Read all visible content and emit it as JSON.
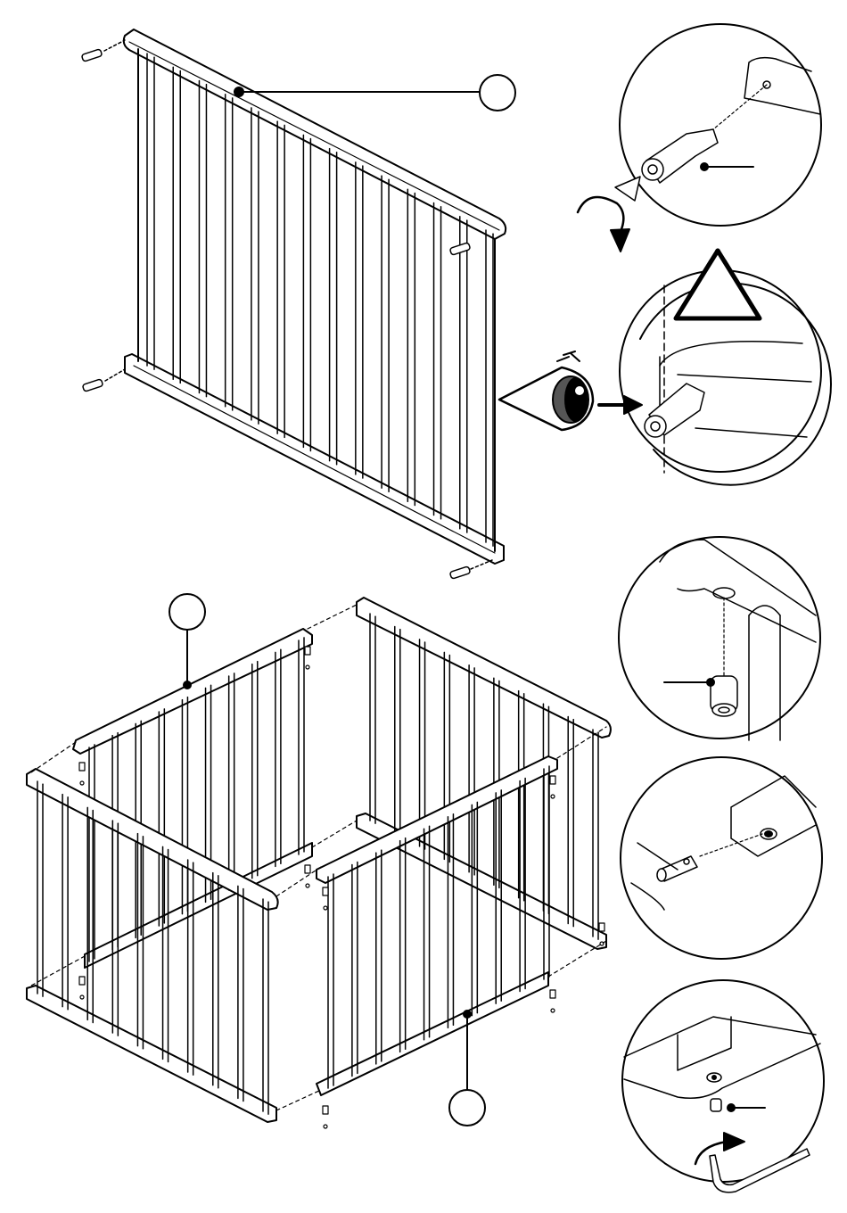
{
  "colors": {
    "stroke": "#000000",
    "fill": "#ffffff",
    "iris": "#555555",
    "callout": "#ffffff"
  },
  "steps": [
    {
      "id": "step-1",
      "description_icons": [
        "rail-panel",
        "screw-pin",
        "callout-circle"
      ]
    },
    {
      "id": "step-2",
      "description_icons": [
        "four-panel-frame",
        "connector-bolt",
        "callout-circle"
      ]
    }
  ],
  "details": [
    {
      "id": "detail-screw-in-pin",
      "icons": [
        "screw-pin",
        "rotate-arrow-icon",
        "screwdriver-icon"
      ]
    },
    {
      "id": "detail-check-alignment",
      "icons": [
        "warning-triangle-icon",
        "eye-icon",
        "arrow-right-icon"
      ]
    },
    {
      "id": "detail-barrel-nut",
      "icons": [
        "barrel-nut"
      ]
    },
    {
      "id": "detail-bolt-insert",
      "icons": [
        "bolt"
      ]
    },
    {
      "id": "detail-allen-key",
      "icons": [
        "allen-key-icon",
        "rotate-arrow-icon"
      ]
    }
  ],
  "callouts": [
    {
      "id": "callout-top-panel",
      "label": ""
    },
    {
      "id": "callout-back-panel",
      "label": ""
    },
    {
      "id": "callout-front-panel",
      "label": ""
    }
  ]
}
